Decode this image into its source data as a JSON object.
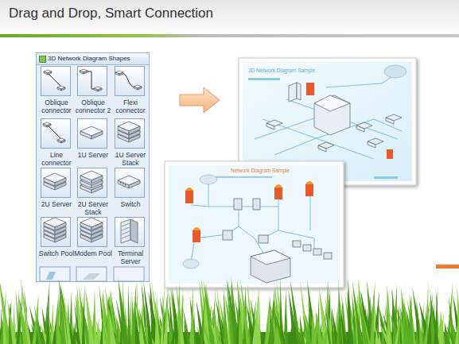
{
  "diagram": {
    "title": "Drag and Drop, Smart Connection",
    "nodes": [
      {
        "text": [
          "3D Network Diagram Shapes"
        ]
      },
      {
        "text": [
          "Oblique connector"
        ],
        "in": 0
      },
      {
        "text": [
          "Oblique connector 2"
        ],
        "in": 0
      },
      {
        "text": [
          "Flexi connector"
        ],
        "in": 0
      },
      {
        "text": [
          "Line connector"
        ],
        "in": 0
      },
      {
        "text": [
          "1U Server"
        ],
        "in": 0
      },
      {
        "text": [
          "1U Server Stack"
        ],
        "in": 0
      },
      {
        "text": [
          "2U Server"
        ],
        "in": 0
      },
      {
        "text": [
          "2U Server Stack"
        ],
        "in": 0
      },
      {
        "text": [
          "Switch"
        ],
        "in": 0
      },
      {
        "text": [
          "Switch Pool"
        ],
        "in": 0
      },
      {
        "text": [
          "Modem Pool"
        ],
        "in": 0
      },
      {
        "text": [
          "Terminal Server"
        ],
        "in": 0
      },
      {
        "text": [
          "3D Network Diagram Sample"
        ]
      },
      {
        "text": [
          "Network Diagram Sample"
        ]
      }
    ]
  }
}
